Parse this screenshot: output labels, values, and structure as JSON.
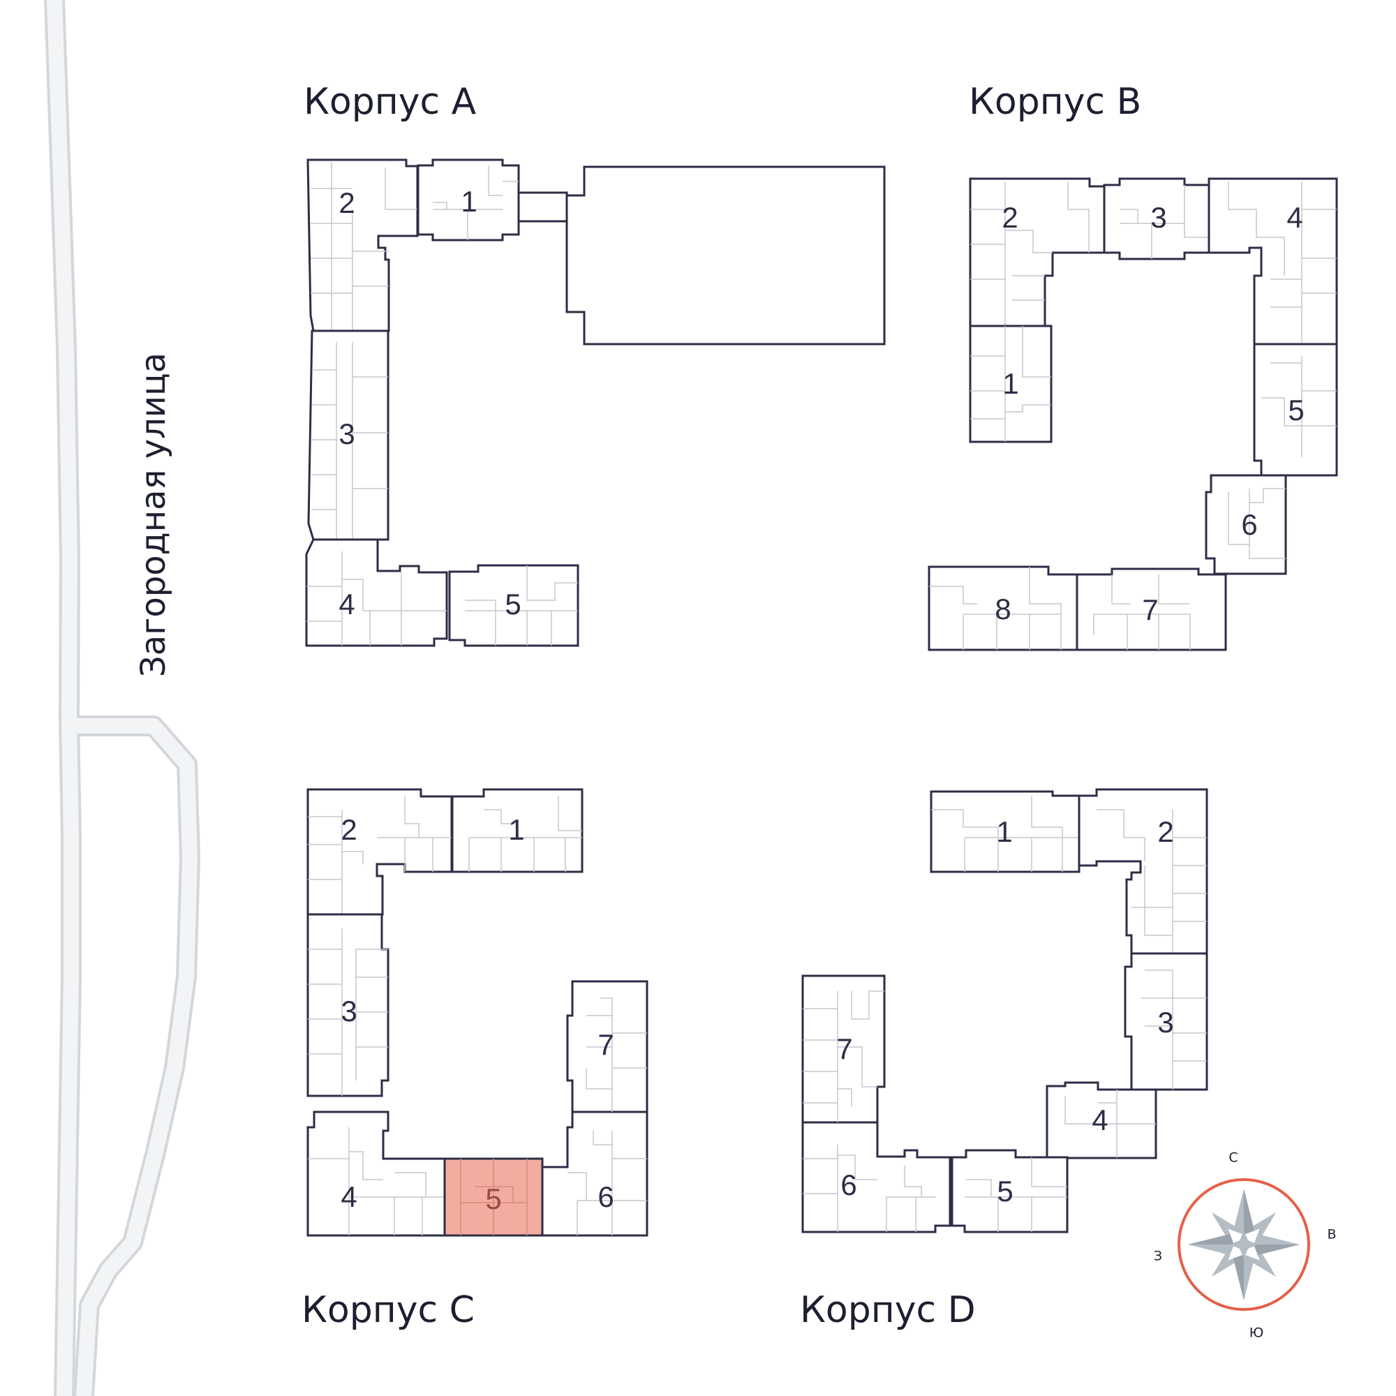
{
  "street_name": "Загородная улица",
  "buildings": [
    {
      "name": "Корпус A",
      "sections": [
        "1",
        "2",
        "3",
        "4",
        "5"
      ]
    },
    {
      "name": "Корпус B",
      "sections": [
        "1",
        "2",
        "3",
        "4",
        "5",
        "6",
        "7",
        "8"
      ]
    },
    {
      "name": "Корпус C",
      "sections": [
        "1",
        "2",
        "3",
        "4",
        "5",
        "6",
        "7"
      ],
      "selected_section": "5"
    },
    {
      "name": "Корпус D",
      "sections": [
        "1",
        "2",
        "3",
        "4",
        "5",
        "6",
        "7"
      ]
    }
  ],
  "compass": {
    "north": "С",
    "east": "В",
    "south": "Ю",
    "west": "З"
  },
  "colors": {
    "selected": "#f2aca0",
    "outline": "#2b2e45",
    "compass_ring": "#e5604a",
    "compass_star": "#b4bcc4",
    "road": "#d3d7db"
  }
}
